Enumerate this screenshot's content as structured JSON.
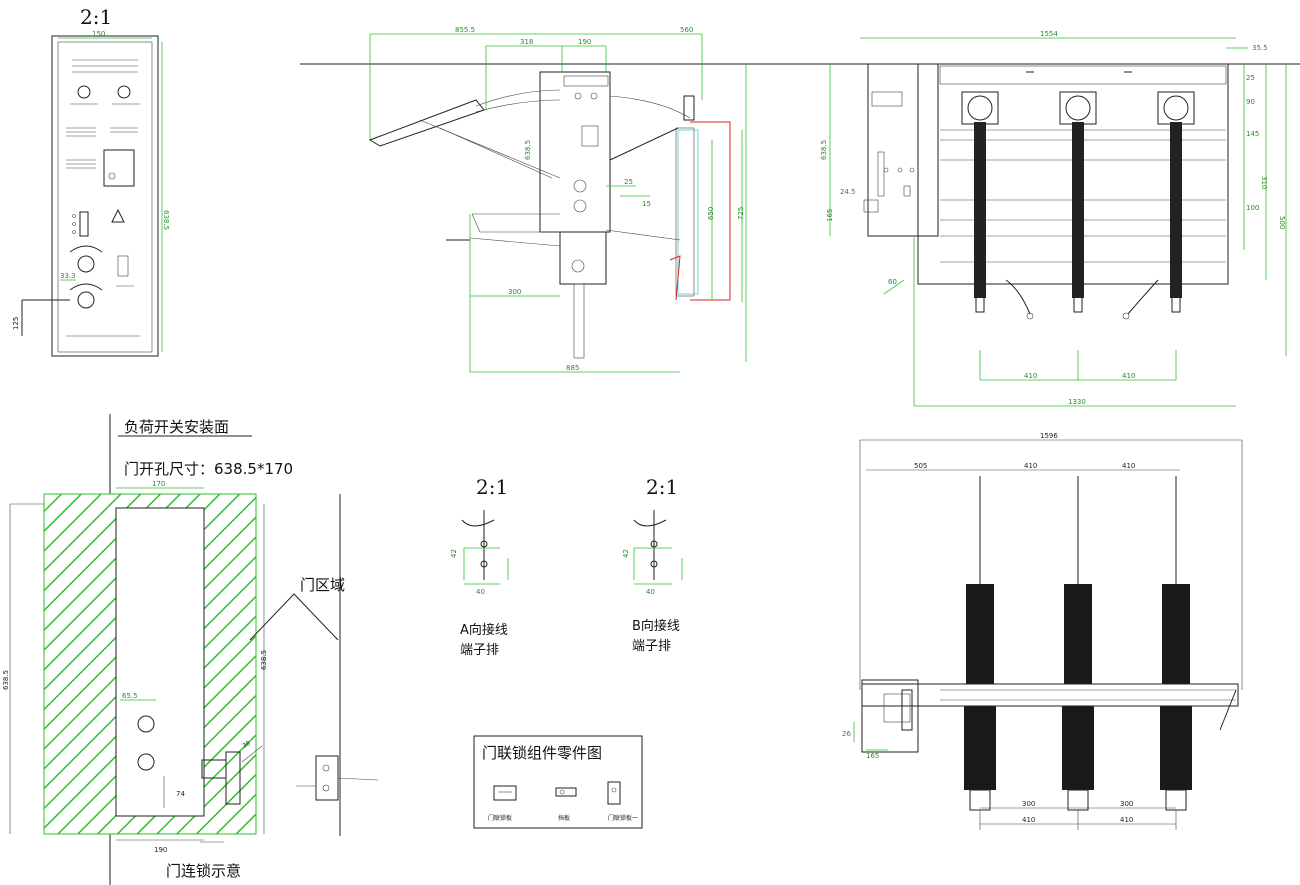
{
  "scales": {
    "front_panel": "2:1",
    "a_terminal": "2:1",
    "b_terminal": "2:1"
  },
  "front_panel": {
    "width_dim": "150",
    "height_dim": "638.5",
    "side_dim": "125",
    "offset_dim": "33.3"
  },
  "side_view": {
    "top_dims": [
      "855.5",
      "318",
      "190",
      "560"
    ],
    "height_dim": "638.5",
    "bottom_dim": "885",
    "low_dim": "300",
    "h_dims": [
      "650",
      "725"
    ],
    "small_dims": [
      "25",
      "15"
    ]
  },
  "top_view": {
    "width_dim": "1554",
    "left_dims": [
      "638.5",
      "24.5",
      "165"
    ],
    "right_dims": [
      "35.5",
      "25",
      "90",
      "145",
      "100",
      "310",
      "500"
    ],
    "bottom_dims": [
      "410",
      "410",
      "1330"
    ],
    "angle_dim": "60"
  },
  "door_section": {
    "title": "负荷开关安装面",
    "opening": "门开孔尺寸：638.5*170",
    "top_dim": "170",
    "height_dim": "638.5",
    "left_dim": "638.5",
    "dims": [
      "65.5",
      "74",
      "38",
      "190"
    ],
    "door_area_label": "门区域",
    "caption": "门连锁示意"
  },
  "terminal_a": {
    "label_line1": "A向接线",
    "label_line2": "端子排",
    "dims": [
      "42",
      "40"
    ]
  },
  "terminal_b": {
    "label_line1": "B向接线",
    "label_line2": "端子排",
    "dims": [
      "42",
      "40"
    ]
  },
  "parts": {
    "title": "门联锁组件零件图",
    "items": [
      "门联锁板",
      "挡板",
      "门联锁板一"
    ]
  },
  "elevation": {
    "width_dim": "1596",
    "top_dims": [
      "505",
      "410",
      "410"
    ],
    "bottom_dims": [
      "300",
      "300"
    ],
    "bottom_dims2": [
      "410",
      "410"
    ],
    "left_dims": [
      "26",
      "165"
    ]
  },
  "colors": {
    "dimension": "#2fbf2f",
    "hatch": "#2fbf2f",
    "red_line": "#d22222",
    "line": "#222222"
  }
}
